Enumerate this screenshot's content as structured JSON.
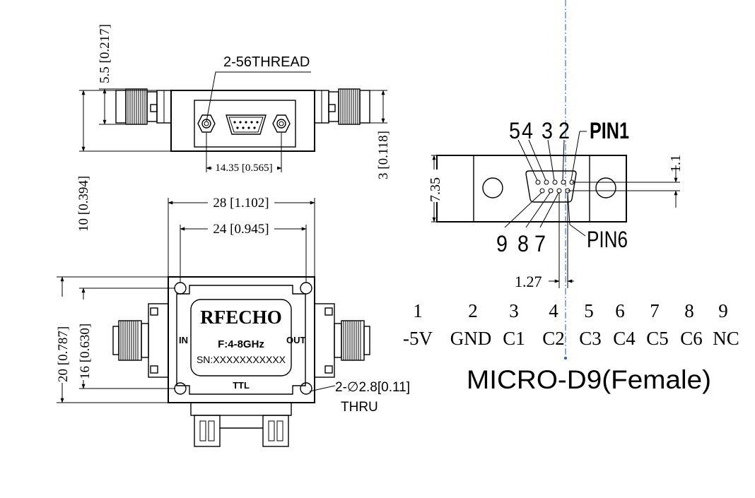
{
  "top_view": {
    "thread_label": "2-56THREAD",
    "dim_height_outer": "10 [0.394]",
    "dim_height_upper": "5.5 [0.217]",
    "dim_height_right": "3 [0.118]",
    "dim_thread_spacing": "14.35 [0.565]"
  },
  "front_view": {
    "dim_width_outer": "28 [1.102]",
    "dim_width_inner": "24 [0.945]",
    "dim_height_outer": "20 [0.787]",
    "dim_height_inner": "16 [0.630]",
    "brand": "RFECHO",
    "freq": "F:4-8GHz",
    "serial": "SN:XXXXXXXXXXX",
    "in_label": "IN",
    "out_label": "OUT",
    "ttl_label": "TTL",
    "hole_label": "2-∅2.8[0.11]",
    "thru_label": "THRU"
  },
  "connector_view": {
    "pins_top": [
      "5",
      "4",
      "3",
      "2"
    ],
    "pin1_label": "PIN1",
    "pins_bottom": [
      "9",
      "8",
      "7"
    ],
    "pin6_label": "PIN6",
    "dim_height": "7.35",
    "dim_row": "1.1",
    "dim_pitch": "1.27"
  },
  "pin_table": {
    "numbers": [
      "1",
      "2",
      "3",
      "4",
      "5",
      "6",
      "7",
      "8",
      "9"
    ],
    "functions": [
      "-5V",
      "GND",
      "C1",
      "C2",
      "C3",
      "C4",
      "C5",
      "C6",
      "NC"
    ]
  },
  "connector_title": "MICRO-D9(Female)"
}
